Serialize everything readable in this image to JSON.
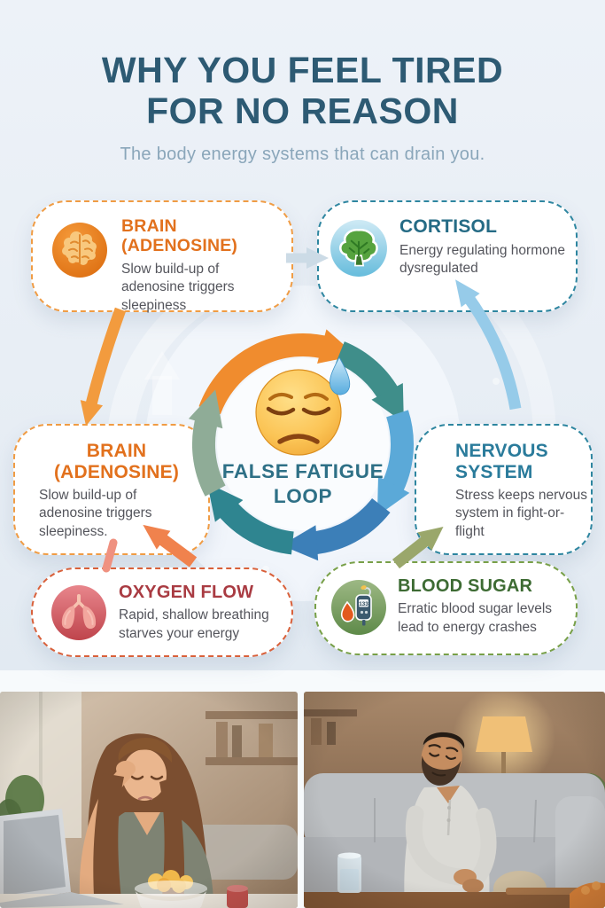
{
  "poster": {
    "title_line1": "WHY YOU FEEL TIRED",
    "title_line2": "FOR NO REASON",
    "subtitle": "The body energy systems that can drain you.",
    "colors": {
      "background": "#e8eef5",
      "title": "#2d5a73",
      "subtitle": "#8aa6ba",
      "body_text": "#54555c"
    }
  },
  "center_loop": {
    "label_line1": "FALSE FATIGUE",
    "label_line2": "LOOP",
    "emoji": "downcast-face-with-sweat-drop",
    "label_color": "#2e7086",
    "segment_colors": [
      "#f08c2e",
      "#3f8e8a",
      "#5ba9d8",
      "#3c7fb8",
      "#2f8590",
      "#8fac97"
    ]
  },
  "cards": {
    "brain_top": {
      "title": "BRAIN (ADENOSINE)",
      "body": "Slow build-up of adenosine triggers sleepiness",
      "accent": "#e2711d",
      "border": "#f09c44",
      "icon": "brain-icon"
    },
    "cortisol": {
      "title": "CORTISOL",
      "body": "Energy regulating hormone dysregulated",
      "accent": "#256b85",
      "border": "#2e86a0",
      "icon": "cortisol-brain-tree-icon"
    },
    "brain_left": {
      "title": "BRAIN (ADENOSINE)",
      "body": "Slow build-up of adenosine triggers sleepiness.",
      "accent": "#e2711d",
      "border": "#f09c44"
    },
    "nervous": {
      "title": "NERVOUS SYSTEM",
      "body": "Stress keeps nervous system in fight-or-flight",
      "accent": "#2a7b9b",
      "border": "#2e86a0"
    },
    "oxygen": {
      "title": "OXYGEN FLOW",
      "body": "Rapid, shallow breathing starves your energy",
      "accent": "#a93b42",
      "border": "#d9603a",
      "icon": "lungs-icon"
    },
    "blood_sugar": {
      "title": "BLOOD SUGAR",
      "body": "Erratic blood sugar levels lead to energy crashes",
      "accent": "#3d6b33",
      "border": "#78a048",
      "icon": "glucometer-icon",
      "meter_reading": "133"
    }
  },
  "connectors": {
    "brain_to_cortisol": "#ccdbe6",
    "brain_top_to_brain_left": "#f29b3e",
    "nervous_to_cortisol": "#96cbe9",
    "oxygen_to_brain_left": "#f0824d",
    "brain_left_to_oxygen": "#ef9180",
    "blood_sugar_to_nervous": "#9aa76b"
  },
  "photos": {
    "left": "tired-woman-at-laptop",
    "right": "tired-man-on-couch"
  }
}
